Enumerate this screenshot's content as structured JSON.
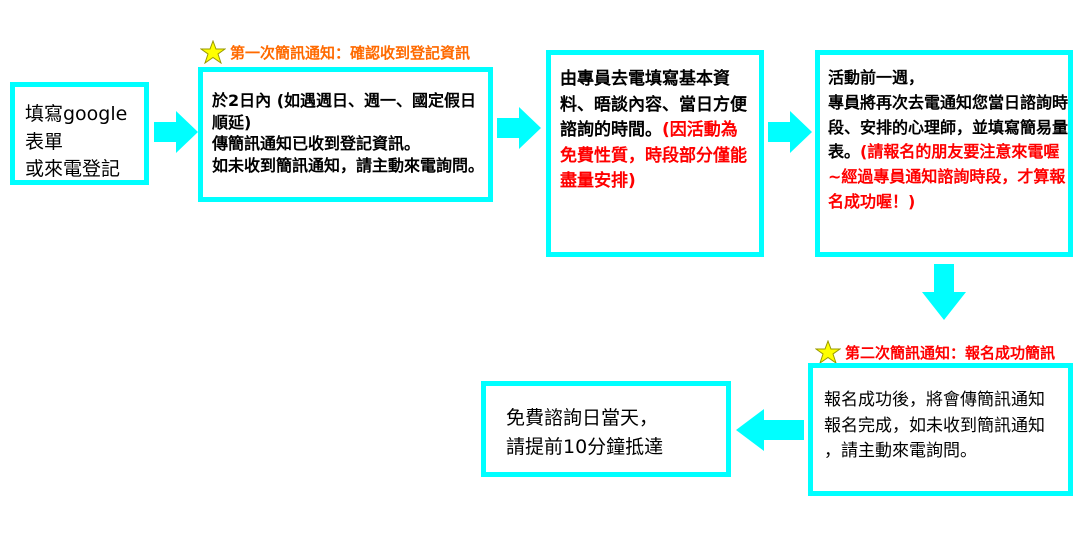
{
  "colors": {
    "box_border": "#00ffff",
    "arrow": "#00ffff",
    "red": "#ff0000",
    "orange": "#ff6a00",
    "star": "#ffff00"
  },
  "step1": {
    "lines": [
      "填寫google表單",
      "或來電登記"
    ]
  },
  "note1": {
    "icon": "star-icon",
    "text": "第一次簡訊通知：確認收到登記資訊"
  },
  "step2": {
    "lines": [
      "於2日內 (如遇週日、週一、國定假日順延)",
      "傳簡訊通知已收到登記資訊。",
      "如未收到簡訊通知，請主動來電詢問。"
    ]
  },
  "step3": {
    "text": "由專員去電填寫基本資料、晤談內容、當日方便諮詢的時間。",
    "red_text": "(因活動為免費性質，時段部分僅能盡量安排)"
  },
  "step4": {
    "text": "活動前一週，\n專員將再次去電通知您當日諮詢時段、安排的心理師，並填寫簡易量表。",
    "red_text": "(請報名的朋友要注意來電喔~經過專員通知諮詢時段，才算報名成功喔！)"
  },
  "note2": {
    "icon": "star-icon",
    "text": "第二次簡訊通知：報名成功簡訊"
  },
  "step5": {
    "lines": [
      "報名成功後，將會傳簡訊通知",
      "報名完成，如未收到簡訊通知",
      "，請主動來電詢問。"
    ]
  },
  "step6": {
    "lines": [
      "免費諮詢日當天，",
      "請提前10分鐘抵達"
    ]
  }
}
